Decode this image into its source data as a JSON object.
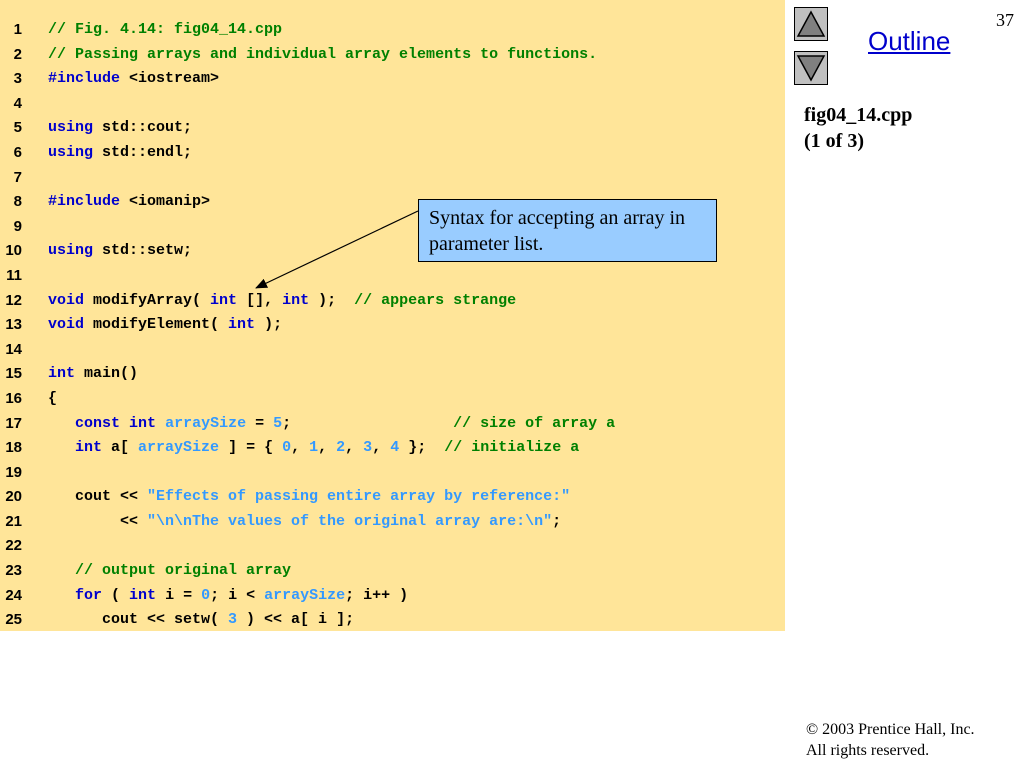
{
  "slide": {
    "number": "37",
    "outline_label": "Outline",
    "file_title": "fig04_14.cpp",
    "page_indicator": "(1 of 3)",
    "callout_text": "Syntax for accepting an array in parameter list.",
    "copyright_line1": "© 2003 Prentice Hall, Inc.",
    "copyright_line2": "All rights reserved."
  },
  "colors": {
    "code_background": "#ffe599",
    "keyword": "#0000cc",
    "comment": "#008000",
    "literal": "#3399ff",
    "callout_background": "#99ccff",
    "nav_button": "#c0c0c0"
  },
  "icons": {
    "nav_up": "triangle-up-icon",
    "nav_down": "triangle-down-icon"
  },
  "code_lines": [
    {
      "number": "1",
      "tokens": [
        {
          "t": "com",
          "v": "// Fig. 4.14: fig04_14.cpp"
        }
      ]
    },
    {
      "number": "2",
      "tokens": [
        {
          "t": "com",
          "v": "// Passing arrays and individual array elements to functions."
        }
      ]
    },
    {
      "number": "3",
      "tokens": [
        {
          "t": "kw",
          "v": "#include"
        },
        {
          "t": "plain",
          "v": " <iostream>"
        }
      ]
    },
    {
      "number": "4",
      "tokens": []
    },
    {
      "number": "5",
      "tokens": [
        {
          "t": "kw",
          "v": "using"
        },
        {
          "t": "plain",
          "v": " std::cout;"
        }
      ]
    },
    {
      "number": "6",
      "tokens": [
        {
          "t": "kw",
          "v": "using"
        },
        {
          "t": "plain",
          "v": " std::endl;"
        }
      ]
    },
    {
      "number": "7",
      "tokens": []
    },
    {
      "number": "8",
      "tokens": [
        {
          "t": "kw",
          "v": "#include"
        },
        {
          "t": "plain",
          "v": " <iomanip>"
        }
      ]
    },
    {
      "number": "9",
      "tokens": []
    },
    {
      "number": "10",
      "tokens": [
        {
          "t": "kw",
          "v": "using"
        },
        {
          "t": "plain",
          "v": " std::setw;"
        }
      ]
    },
    {
      "number": "11",
      "tokens": []
    },
    {
      "number": "12",
      "tokens": [
        {
          "t": "kw",
          "v": "void"
        },
        {
          "t": "plain",
          "v": " modifyArray( "
        },
        {
          "t": "kw",
          "v": "int"
        },
        {
          "t": "plain",
          "v": " [], "
        },
        {
          "t": "kw",
          "v": "int"
        },
        {
          "t": "plain",
          "v": " );  "
        },
        {
          "t": "com",
          "v": "// appears strange"
        }
      ]
    },
    {
      "number": "13",
      "tokens": [
        {
          "t": "kw",
          "v": "void"
        },
        {
          "t": "plain",
          "v": " modifyElement( "
        },
        {
          "t": "kw",
          "v": "int"
        },
        {
          "t": "plain",
          "v": " );"
        }
      ]
    },
    {
      "number": "14",
      "tokens": []
    },
    {
      "number": "15",
      "tokens": [
        {
          "t": "kw",
          "v": "int"
        },
        {
          "t": "plain",
          "v": " main()"
        }
      ]
    },
    {
      "number": "16",
      "tokens": [
        {
          "t": "plain",
          "v": "{"
        }
      ]
    },
    {
      "number": "17",
      "tokens": [
        {
          "t": "plain",
          "v": "   "
        },
        {
          "t": "kw",
          "v": "const"
        },
        {
          "t": "plain",
          "v": " "
        },
        {
          "t": "kw",
          "v": "int"
        },
        {
          "t": "plain",
          "v": " "
        },
        {
          "t": "id",
          "v": "arraySize"
        },
        {
          "t": "plain",
          "v": " = "
        },
        {
          "t": "num",
          "v": "5"
        },
        {
          "t": "plain",
          "v": ";                  "
        },
        {
          "t": "com",
          "v": "// size of array a"
        }
      ]
    },
    {
      "number": "18",
      "tokens": [
        {
          "t": "plain",
          "v": "   "
        },
        {
          "t": "kw",
          "v": "int"
        },
        {
          "t": "plain",
          "v": " a[ "
        },
        {
          "t": "id",
          "v": "arraySize"
        },
        {
          "t": "plain",
          "v": " ] = { "
        },
        {
          "t": "num",
          "v": "0"
        },
        {
          "t": "plain",
          "v": ", "
        },
        {
          "t": "num",
          "v": "1"
        },
        {
          "t": "plain",
          "v": ", "
        },
        {
          "t": "num",
          "v": "2"
        },
        {
          "t": "plain",
          "v": ", "
        },
        {
          "t": "num",
          "v": "3"
        },
        {
          "t": "plain",
          "v": ", "
        },
        {
          "t": "num",
          "v": "4"
        },
        {
          "t": "plain",
          "v": " };  "
        },
        {
          "t": "com",
          "v": "// initialize a"
        }
      ]
    },
    {
      "number": "19",
      "tokens": []
    },
    {
      "number": "20",
      "tokens": [
        {
          "t": "plain",
          "v": "   cout << "
        },
        {
          "t": "str",
          "v": "\"Effects of passing entire array by reference:\""
        }
      ]
    },
    {
      "number": "21",
      "tokens": [
        {
          "t": "plain",
          "v": "        << "
        },
        {
          "t": "str",
          "v": "\"\\n\\nThe values of the original array are:\\n\""
        },
        {
          "t": "plain",
          "v": ";"
        }
      ]
    },
    {
      "number": "22",
      "tokens": []
    },
    {
      "number": "23",
      "tokens": [
        {
          "t": "plain",
          "v": "   "
        },
        {
          "t": "com",
          "v": "// output original array"
        }
      ]
    },
    {
      "number": "24",
      "tokens": [
        {
          "t": "plain",
          "v": "   "
        },
        {
          "t": "kw",
          "v": "for"
        },
        {
          "t": "plain",
          "v": " ( "
        },
        {
          "t": "kw",
          "v": "int"
        },
        {
          "t": "plain",
          "v": " i = "
        },
        {
          "t": "num",
          "v": "0"
        },
        {
          "t": "plain",
          "v": "; i < "
        },
        {
          "t": "id",
          "v": "arraySize"
        },
        {
          "t": "plain",
          "v": "; i++ )"
        }
      ]
    },
    {
      "number": "25",
      "tokens": [
        {
          "t": "plain",
          "v": "      cout << setw( "
        },
        {
          "t": "num",
          "v": "3"
        },
        {
          "t": "plain",
          "v": " ) << a[ i ];"
        }
      ]
    }
  ]
}
